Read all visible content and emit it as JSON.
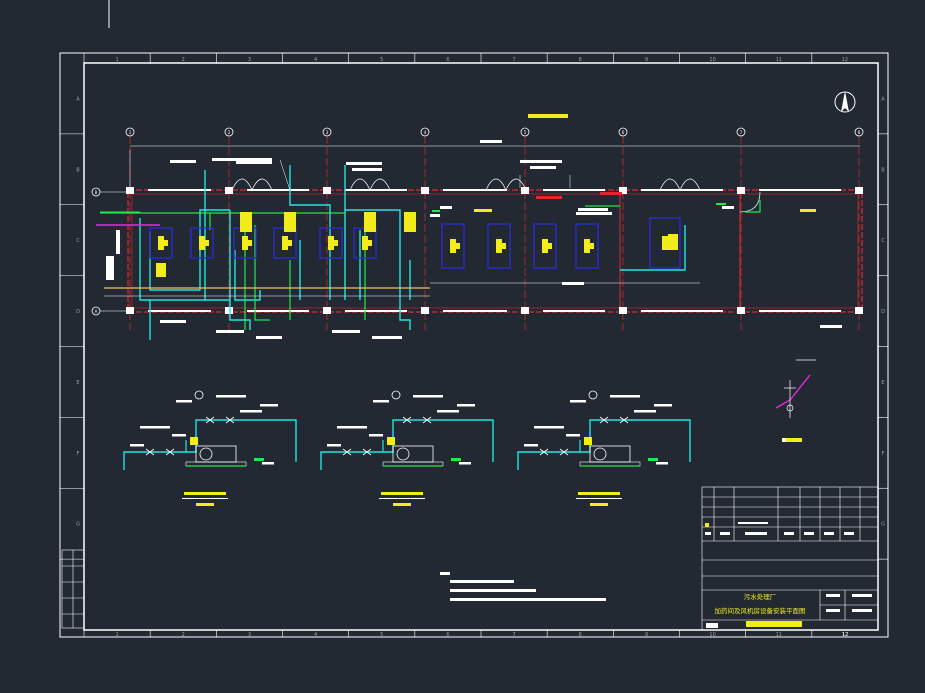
{
  "drawing": {
    "frame_top_numbers": [
      "1",
      "2",
      "3",
      "4",
      "5",
      "6",
      "7",
      "8",
      "9",
      "10",
      "11",
      "12"
    ],
    "frame_bottom_numbers": [
      "1",
      "2",
      "3",
      "4",
      "5",
      "6",
      "7",
      "8",
      "9",
      "10",
      "11",
      "12"
    ],
    "frame_row_letters": [
      "A",
      "B",
      "C",
      "D",
      "E",
      "F",
      "G"
    ],
    "grid_axes": [
      "1",
      "2",
      "3",
      "4",
      "5",
      "6",
      "7",
      "8"
    ],
    "grid_rows": [
      "B",
      "A"
    ],
    "title_block": {
      "title_line_1": "污水处理厂",
      "title_line_2": "加药间及风机房设备安装平面图",
      "bottom_right_number": "12"
    }
  },
  "colors": {
    "background": "#222933",
    "frame": "#ffffff",
    "axis_red": "#e0282e",
    "pipe_cyan": "#1fe5e0",
    "pipe_green": "#22e84a",
    "equipment_yellow": "#f3ec1d",
    "equipment_blue": "#2a2cc9",
    "pipe_magenta": "#e828d8",
    "pipe_orange": "#f0c060"
  }
}
